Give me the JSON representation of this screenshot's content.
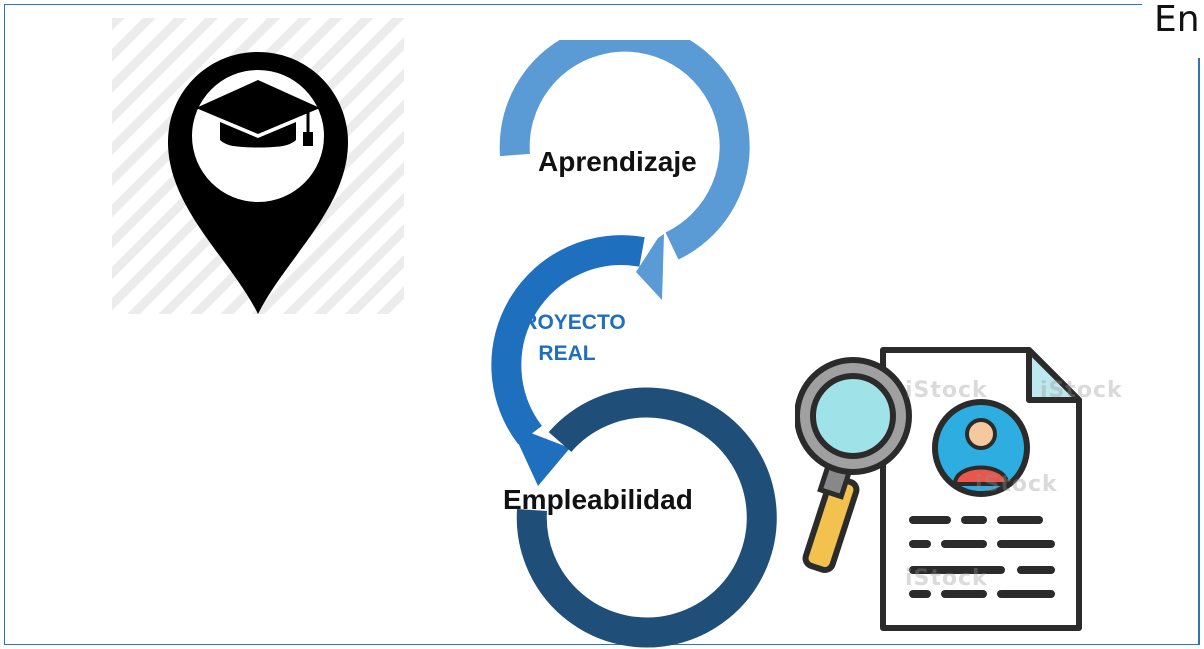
{
  "corner_title": "En",
  "cycle": {
    "step1_label": "Aprendizaje",
    "step2_label": "PROYECTO REAL",
    "step3_label": "Empleabilidad"
  },
  "colors": {
    "frame": "#2e75b6",
    "arrow_light": "#5b9bd5",
    "arrow_mid": "#1f6fbf",
    "arrow_dark": "#1f4e79",
    "proyecto_text": "#1f6fbf"
  },
  "icons": {
    "pin": "graduation-cap-location-pin-icon",
    "document": "resume-document-magnifier-icon"
  },
  "watermarks": [
    "iStock",
    "iStock",
    "iStock",
    "iStock"
  ]
}
